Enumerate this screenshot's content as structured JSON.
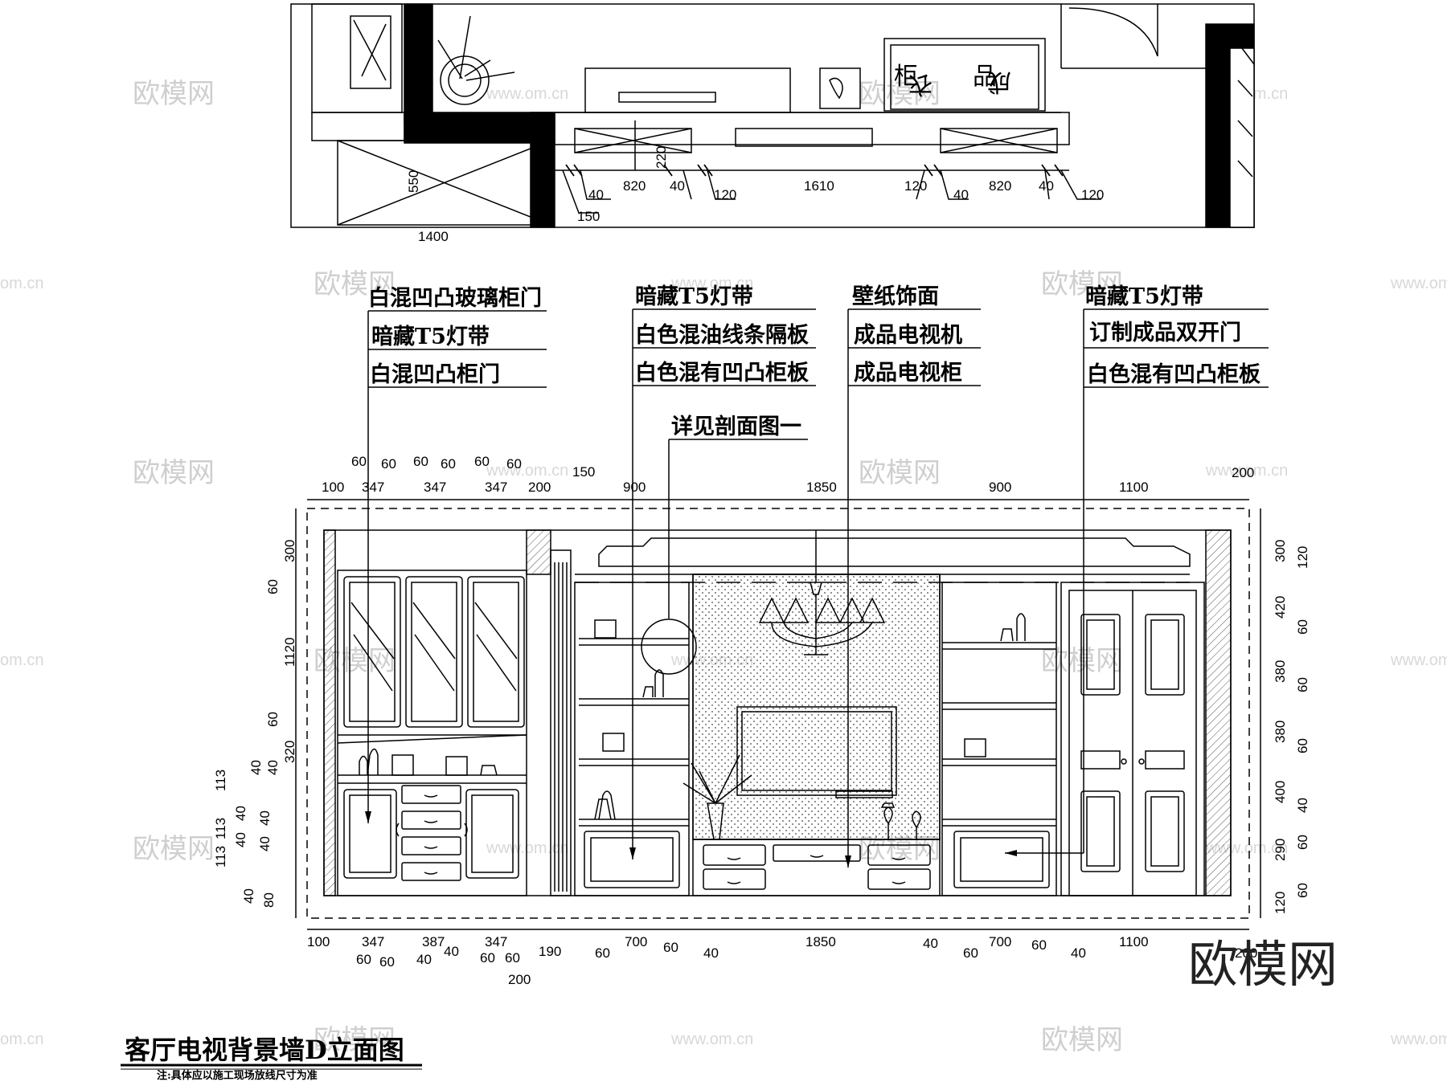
{
  "plan": {
    "dims_bottom": [
      "40",
      "820",
      "40",
      "120",
      "1610",
      "120",
      "40",
      "820",
      "40",
      "120"
    ],
    "dim_150": "150",
    "dim_1400": "1400",
    "dim_550": "550",
    "dim_220": "220",
    "vertical_sign": [
      "成",
      "品",
      "衣",
      "柜"
    ]
  },
  "annotations": {
    "left": [
      "白混凹凸玻璃柜门",
      "暗藏T5灯带",
      "白混凹凸柜门"
    ],
    "center_left": [
      "暗藏T5灯带",
      "白色混油线条隔板",
      "白色混有凹凸柜板"
    ],
    "center_right": [
      "壁纸饰面",
      "成品电视机",
      "成品电视柜"
    ],
    "right": [
      "暗藏T5灯带",
      "订制成品双开门",
      "白色混有凹凸柜板"
    ],
    "section_ref": "详见剖面图一"
  },
  "elevation": {
    "top_small_dims": [
      "60",
      "60",
      "60",
      "60",
      "60",
      "60"
    ],
    "top_dims": [
      "100",
      "347",
      "347",
      "347",
      "200",
      "150",
      "900",
      "1850",
      "900",
      "1100",
      "200"
    ],
    "bottom_dims": [
      "100",
      "347",
      "387",
      "40",
      "347",
      "190",
      "700",
      "1850",
      "700",
      "1100",
      "200"
    ],
    "bottom_small_dims": [
      "60",
      "60",
      "40",
      "60",
      "60",
      "200",
      "60",
      "60",
      "40",
      "40",
      "60",
      "60",
      "40"
    ],
    "left_dims": [
      "300",
      "60",
      "1120",
      "60",
      "320",
      "40",
      "40",
      "113",
      "40",
      "40",
      "113",
      "40",
      "40",
      "113",
      "40",
      "80"
    ],
    "right_dims": [
      "300",
      "120",
      "420",
      "60",
      "380",
      "60",
      "380",
      "60",
      "400",
      "40",
      "290",
      "60",
      "120",
      "60"
    ]
  },
  "title": "客厅电视背景墙D立面图",
  "note": "注:具体应以施工现场放线尺寸为准",
  "watermarks": {
    "brand": "欧模网",
    "url": "www.om.cn",
    "partial_url": "om.cn",
    "big": "欧模网"
  }
}
